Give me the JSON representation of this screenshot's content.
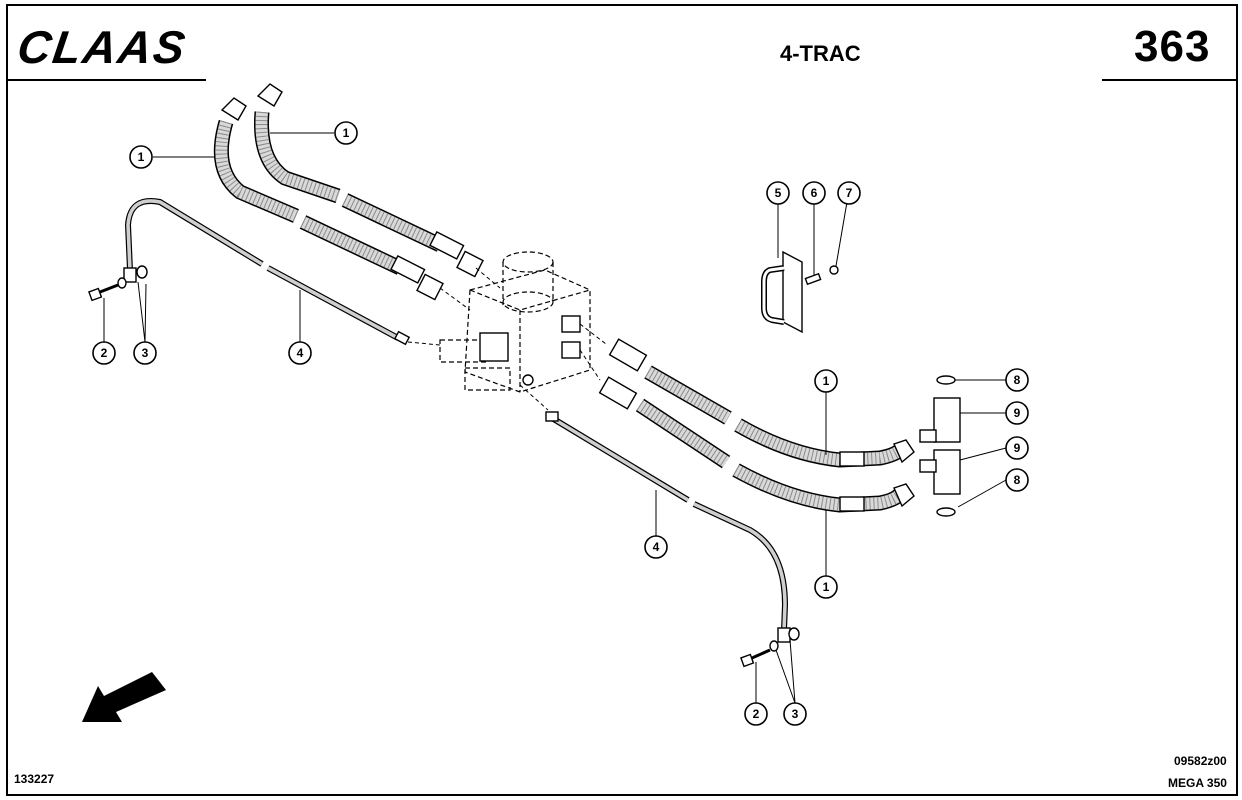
{
  "header": {
    "brand": "CLAAS",
    "title": "4-TRAC",
    "page_number": "363"
  },
  "footer": {
    "left_code": "133227",
    "right_code": "09582z00",
    "model": "MEGA 350"
  },
  "callouts": {
    "c1a": "1",
    "c1b": "1",
    "c1c": "1",
    "c1d": "1",
    "c2a": "2",
    "c2b": "2",
    "c3a": "3",
    "c3b": "3",
    "c4a": "4",
    "c4b": "4",
    "c5": "5",
    "c6": "6",
    "c7": "7",
    "c8a": "8",
    "c8b": "8",
    "c9a": "9",
    "c9b": "9"
  }
}
